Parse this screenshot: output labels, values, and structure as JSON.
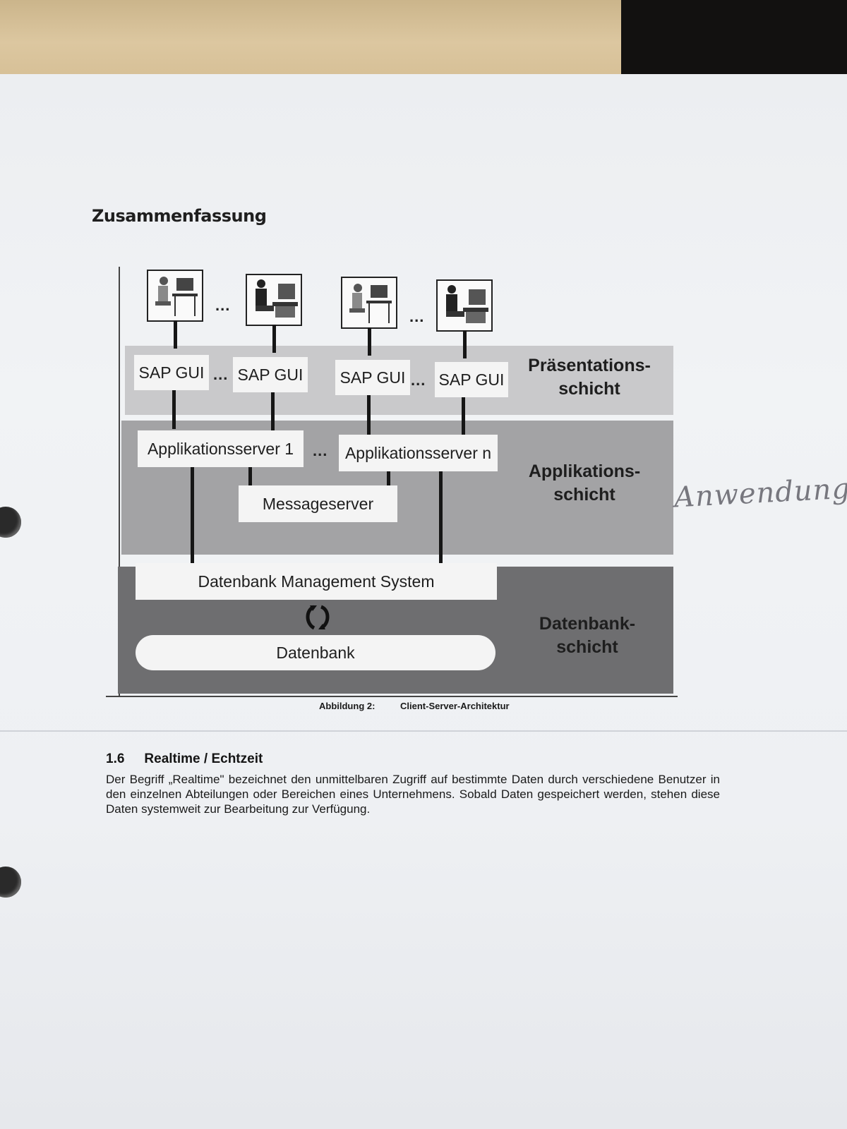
{
  "heading": "Zusammenfassung",
  "diagram": {
    "gui_boxes": [
      "SAP GUI",
      "SAP GUI",
      "SAP GUI",
      "SAP GUI"
    ],
    "ellipsis": "...",
    "app_servers": [
      "Applikationsserver 1",
      "Applikationsserver n"
    ],
    "message_server": "Messageserver",
    "dbms": "Datenbank Management System",
    "database": "Datenbank",
    "layers": {
      "presentation": [
        "Präsentations-",
        "schicht"
      ],
      "application": [
        "Applikations-",
        "schicht"
      ],
      "database": [
        "Datenbank-",
        "schicht"
      ]
    }
  },
  "caption": {
    "label": "Abbildung 2:",
    "title": "Client-Server-Architektur"
  },
  "section": {
    "number": "1.6",
    "title": "Realtime / Echtzeit",
    "text": "Der Begriff „Realtime\" bezeichnet den unmittelbaren Zugriff auf bestimmte Daten durch verschiedene Benutzer in den einzelnen Abteilungen oder Bereichen eines Unternehmens. Sobald Daten gespeichert werden, stehen diese Daten systemweit zur Bearbeitung zur Verfügung."
  },
  "handwritten_note": "Anwendung"
}
